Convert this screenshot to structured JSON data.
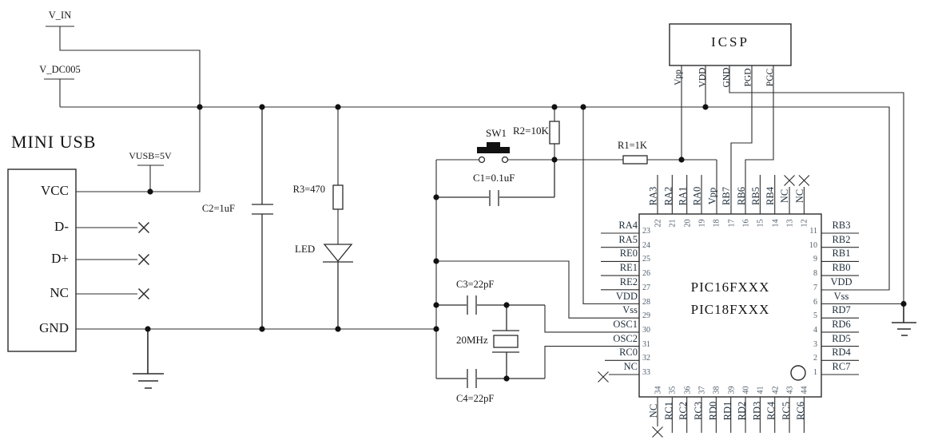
{
  "power": {
    "v_in": "V_IN",
    "v_dc005": "V_DC005",
    "vusb": "VUSB=5V"
  },
  "usb": {
    "title": "MINI USB",
    "pins": [
      "VCC",
      "D-",
      "D+",
      "NC",
      "GND"
    ]
  },
  "components": {
    "c2": "C2=1uF",
    "r3": "R3=470",
    "led": "LED",
    "sw1": "SW1",
    "r2": "R2=10K",
    "c1": "C1=0.1uF",
    "r1": "R1=1K",
    "c3": "C3=22pF",
    "c4": "C4=22pF",
    "crystal": "20MHz"
  },
  "icsp": {
    "title": "ICSP",
    "pins": [
      "Vpp",
      "VDD",
      "GND",
      "PGD",
      "PGC"
    ]
  },
  "mcu": {
    "name_line1": "PIC16FXXX",
    "name_line2": "PIC18FXXX",
    "top_pins": [
      {
        "num": "22",
        "name": "RA3"
      },
      {
        "num": "21",
        "name": "RA2"
      },
      {
        "num": "20",
        "name": "RA1"
      },
      {
        "num": "19",
        "name": "RA0"
      },
      {
        "num": "18",
        "name": "Vpp"
      },
      {
        "num": "17",
        "name": "RB7"
      },
      {
        "num": "16",
        "name": "RB6"
      },
      {
        "num": "15",
        "name": "RB5"
      },
      {
        "num": "14",
        "name": "RB4"
      },
      {
        "num": "13",
        "name": "NC"
      },
      {
        "num": "12",
        "name": "NC"
      }
    ],
    "left_pins": [
      {
        "num": "23",
        "name": "RA4"
      },
      {
        "num": "24",
        "name": "RA5"
      },
      {
        "num": "25",
        "name": "RE0"
      },
      {
        "num": "26",
        "name": "RE1"
      },
      {
        "num": "27",
        "name": "RE2"
      },
      {
        "num": "28",
        "name": "VDD"
      },
      {
        "num": "29",
        "name": "Vss"
      },
      {
        "num": "30",
        "name": "OSC1"
      },
      {
        "num": "31",
        "name": "OSC2"
      },
      {
        "num": "32",
        "name": "RC0"
      },
      {
        "num": "33",
        "name": "NC"
      }
    ],
    "right_pins": [
      {
        "num": "11",
        "name": "RB3"
      },
      {
        "num": "10",
        "name": "RB2"
      },
      {
        "num": "9",
        "name": "RB1"
      },
      {
        "num": "8",
        "name": "RB0"
      },
      {
        "num": "7",
        "name": "VDD"
      },
      {
        "num": "6",
        "name": "Vss"
      },
      {
        "num": "5",
        "name": "RD7"
      },
      {
        "num": "4",
        "name": "RD6"
      },
      {
        "num": "3",
        "name": "RD5"
      },
      {
        "num": "2",
        "name": "RD4"
      },
      {
        "num": "1",
        "name": "RC7"
      }
    ],
    "bottom_pins": [
      {
        "num": "34",
        "name": "NC"
      },
      {
        "num": "35",
        "name": "RC1"
      },
      {
        "num": "36",
        "name": "RC2"
      },
      {
        "num": "37",
        "name": "RC3"
      },
      {
        "num": "38",
        "name": "RD0"
      },
      {
        "num": "39",
        "name": "RD1"
      },
      {
        "num": "40",
        "name": "RD2"
      },
      {
        "num": "41",
        "name": "RD3"
      },
      {
        "num": "42",
        "name": "RC4"
      },
      {
        "num": "43",
        "name": "RC5"
      },
      {
        "num": "44",
        "name": "RC6"
      }
    ]
  }
}
